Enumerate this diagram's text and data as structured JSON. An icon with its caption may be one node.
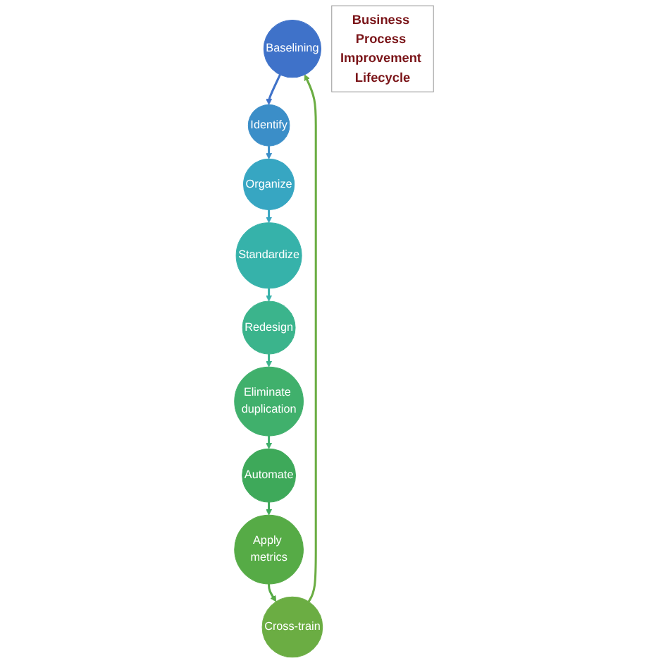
{
  "diagram": {
    "nodes": [
      {
        "text": [
          "Baselining"
        ]
      },
      {
        "text": [
          "Identify"
        ]
      },
      {
        "text": [
          "Organize"
        ]
      },
      {
        "text": [
          "Standardize"
        ]
      },
      {
        "text": [
          "Redesign"
        ]
      },
      {
        "text": [
          "Eliminate duplication"
        ]
      },
      {
        "text": [
          "Automate"
        ]
      },
      {
        "text": [
          "Apply metrics"
        ]
      },
      {
        "text": [
          "Cross-train"
        ]
      },
      {
        "text": [
          "Business Process Improvement Lifecycle"
        ]
      }
    ],
    "edges": [
      {
        "from": 0,
        "to": 1,
        "arrow": "to",
        "color": "#3f72c9"
      },
      {
        "from": 1,
        "to": 2,
        "arrow": "to",
        "color": "#3b8ec8"
      },
      {
        "from": 2,
        "to": 3,
        "arrow": "to",
        "color": "#37a6c2"
      },
      {
        "from": 3,
        "to": 4,
        "arrow": "to",
        "color": "#36b2aa"
      },
      {
        "from": 4,
        "to": 5,
        "arrow": "to",
        "color": "#3bb48c"
      },
      {
        "from": 5,
        "to": 6,
        "arrow": "to",
        "color": "#40b06c"
      },
      {
        "from": 6,
        "to": 7,
        "arrow": "to",
        "color": "#3ea95a"
      },
      {
        "from": 7,
        "to": 8,
        "arrow": "to",
        "color": "#56ab46"
      },
      {
        "from": 8,
        "to": 0,
        "arrow": "to",
        "color": "#6bad43"
      }
    ]
  }
}
